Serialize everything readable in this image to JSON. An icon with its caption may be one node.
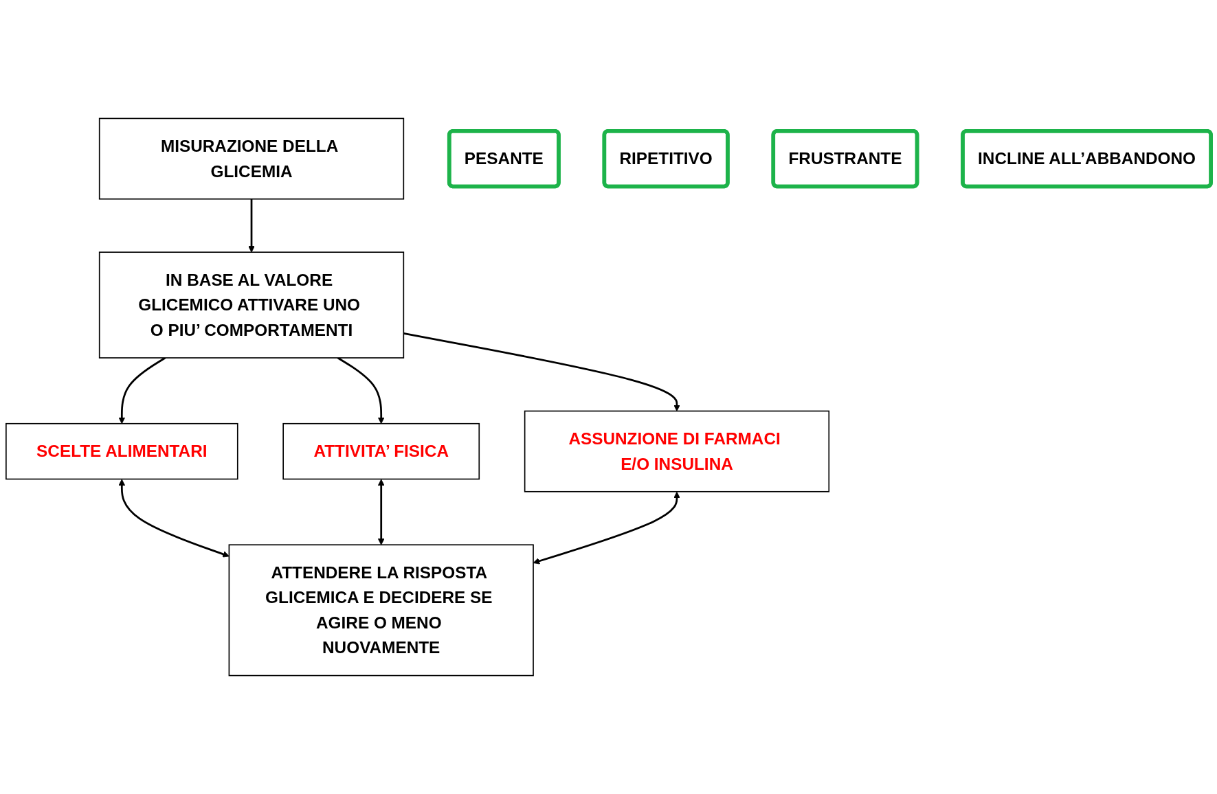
{
  "diagram": {
    "nodes": [
      {
        "text": [
          "MISURAZIONE DELLA GLICEMIA"
        ]
      },
      {
        "text": [
          "PESANTE"
        ]
      },
      {
        "text": [
          "RIPETITIVO"
        ]
      },
      {
        "text": [
          "IN BASE AL VALORE GLICEMICO ATTIVARE UNO O PIU’ COMPORTAMENTI"
        ]
      },
      {
        "text": [
          "FRUSTRANTE"
        ]
      },
      {
        "text": [
          "INCLINE ALL’ABBANDONO"
        ]
      },
      {
        "text": [
          "SCELTE ALIMENTARI"
        ]
      },
      {
        "text": [
          "ATTIVITA’ FISICA"
        ]
      },
      {
        "text": [
          "ASSUNZIONE DI FARMACI E/O INSULINA"
        ]
      },
      {
        "text": [
          "ATTENDERE LA RISPOSTA GLICEMICA E DECIDERE SE AGIRE O MENO NUOVAMENTE"
        ]
      }
    ],
    "edges": [
      {
        "from": 0,
        "to": 3,
        "arrow": "to"
      },
      {
        "from": 3,
        "to": 6,
        "arrow": "to"
      },
      {
        "from": 3,
        "to": 7,
        "arrow": "to"
      },
      {
        "from": 3,
        "to": 8,
        "arrow": "to"
      },
      {
        "from": 6,
        "to": 9,
        "arrow": "both"
      },
      {
        "from": 7,
        "to": 9,
        "arrow": "both"
      },
      {
        "from": 8,
        "to": 9,
        "arrow": "both"
      }
    ]
  }
}
